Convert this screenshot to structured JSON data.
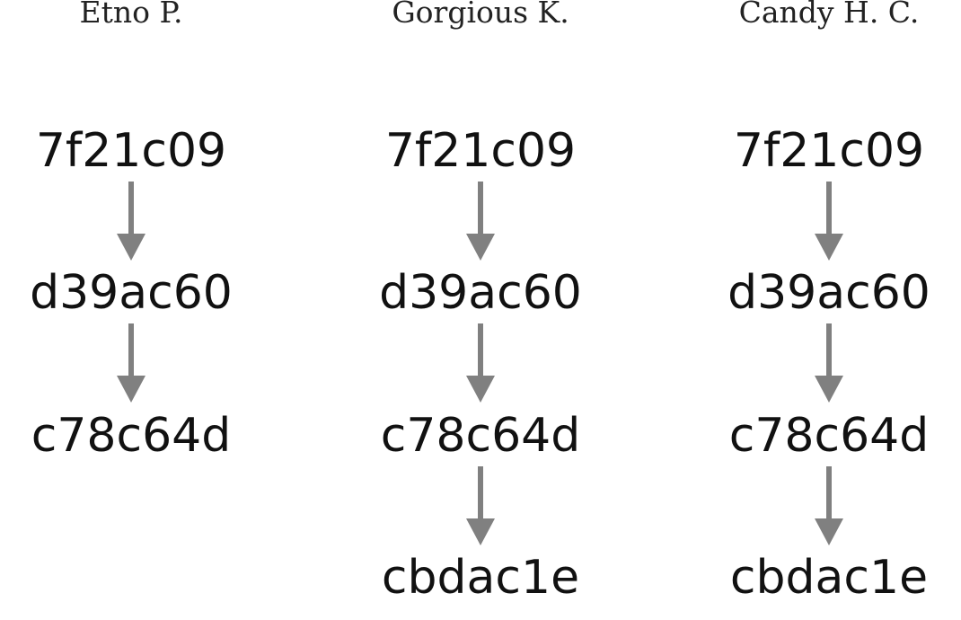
{
  "branches": [
    {
      "owner": "Etno P.",
      "commits": [
        "7f21c09",
        "d39ac60",
        "c78c64d"
      ]
    },
    {
      "owner": "Gorgious K.",
      "commits": [
        "7f21c09",
        "d39ac60",
        "c78c64d",
        "cbdac1e"
      ]
    },
    {
      "owner": "Candy H. C.",
      "commits": [
        "7f21c09",
        "d39ac60",
        "c78c64d",
        "cbdac1e"
      ]
    }
  ],
  "colors": {
    "arrow": "#808080",
    "text": "#111111"
  }
}
